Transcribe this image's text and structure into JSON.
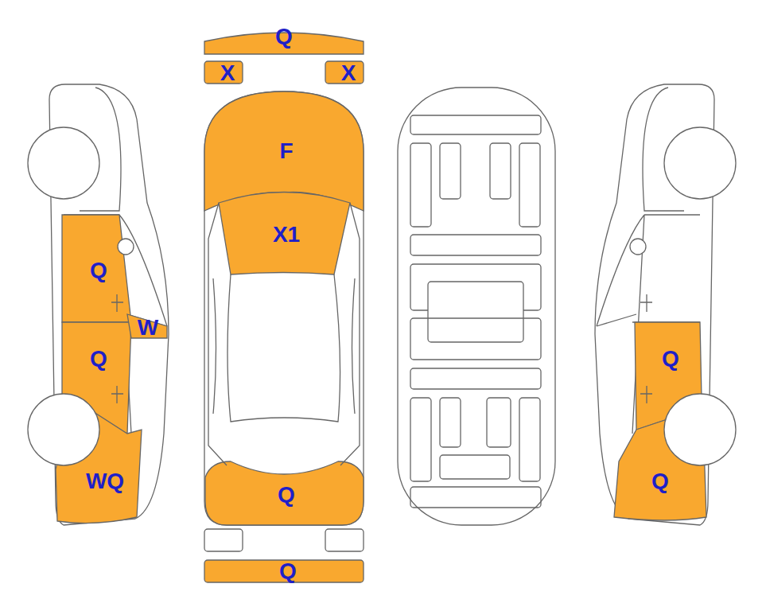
{
  "diagram": {
    "labels": [
      "Q",
      "X",
      "X",
      "F",
      "X1",
      "Q",
      "W",
      "Q",
      "Q",
      "WQ",
      "Q",
      "Q",
      "Q"
    ]
  }
}
